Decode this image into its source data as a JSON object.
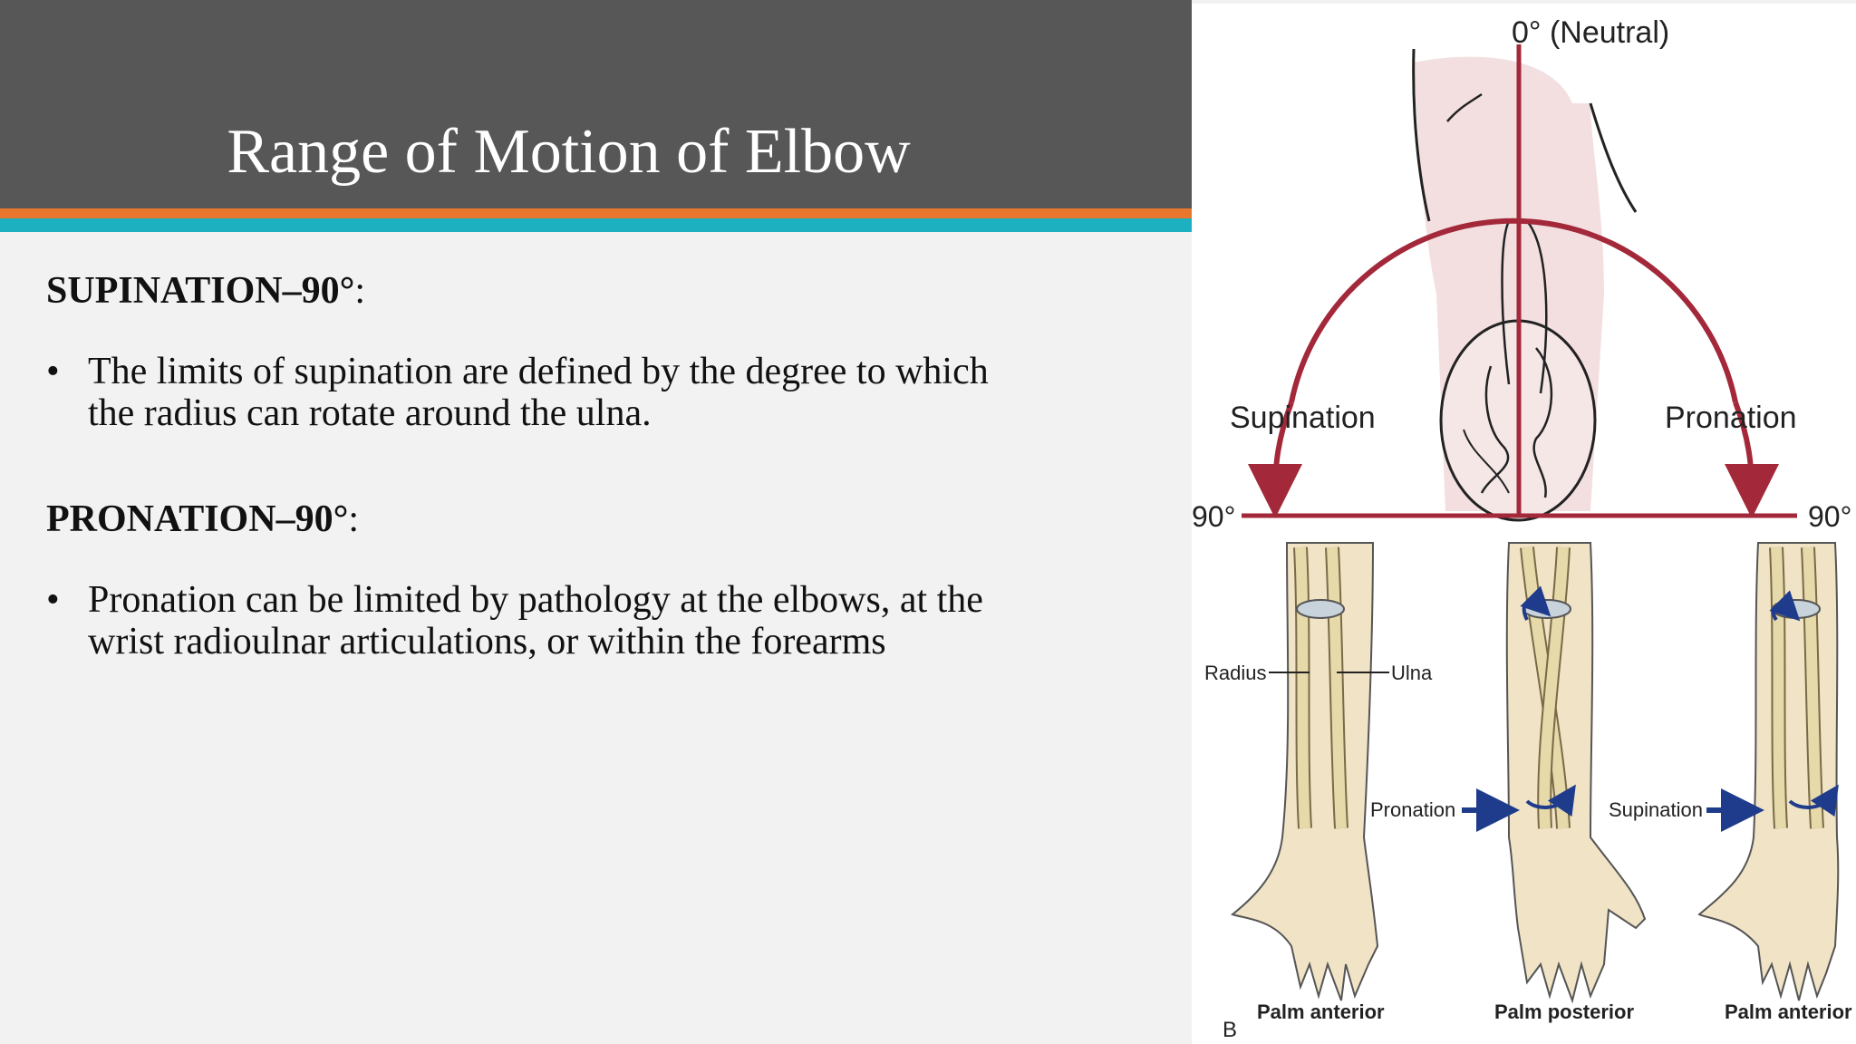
{
  "slide": {
    "title": "Range of Motion of Elbow",
    "sections": [
      {
        "heading": "SUPINATION",
        "dash": "–",
        "degrees": "90°",
        "colon": ":",
        "bullets": [
          "The limits of supination are defined by the degree to which the radius can rotate around the ulna."
        ]
      },
      {
        "heading": "PRONATION",
        "dash": "–",
        "degrees": "90°",
        "colon": ":",
        "bullets": [
          "Pronation can be limited by pathology at the elbows, at the wrist radioulnar articulations, or within the forearms"
        ]
      }
    ],
    "bullet_glyph": "•"
  },
  "figure": {
    "neutral_label": "0° (Neutral)",
    "left_label": "Supination",
    "right_label": "Pronation",
    "left_degree": "90°",
    "right_degree": "90°",
    "radius_label": "Radius",
    "ulna_label": "Ulna",
    "arrow1_label": "Pronation",
    "arrow2_label": "Supination",
    "palm_labels": [
      "Palm anterior",
      "Palm posterior",
      "Palm anterior"
    ],
    "panel_letter": "B",
    "colors": {
      "arc": "#a3283a",
      "skin": "#f1e4c6",
      "bone": "#e6d9aa",
      "cartilage": "#c9d3dc",
      "blue_arrow": "#1f3b8c",
      "line": "#222222"
    }
  }
}
